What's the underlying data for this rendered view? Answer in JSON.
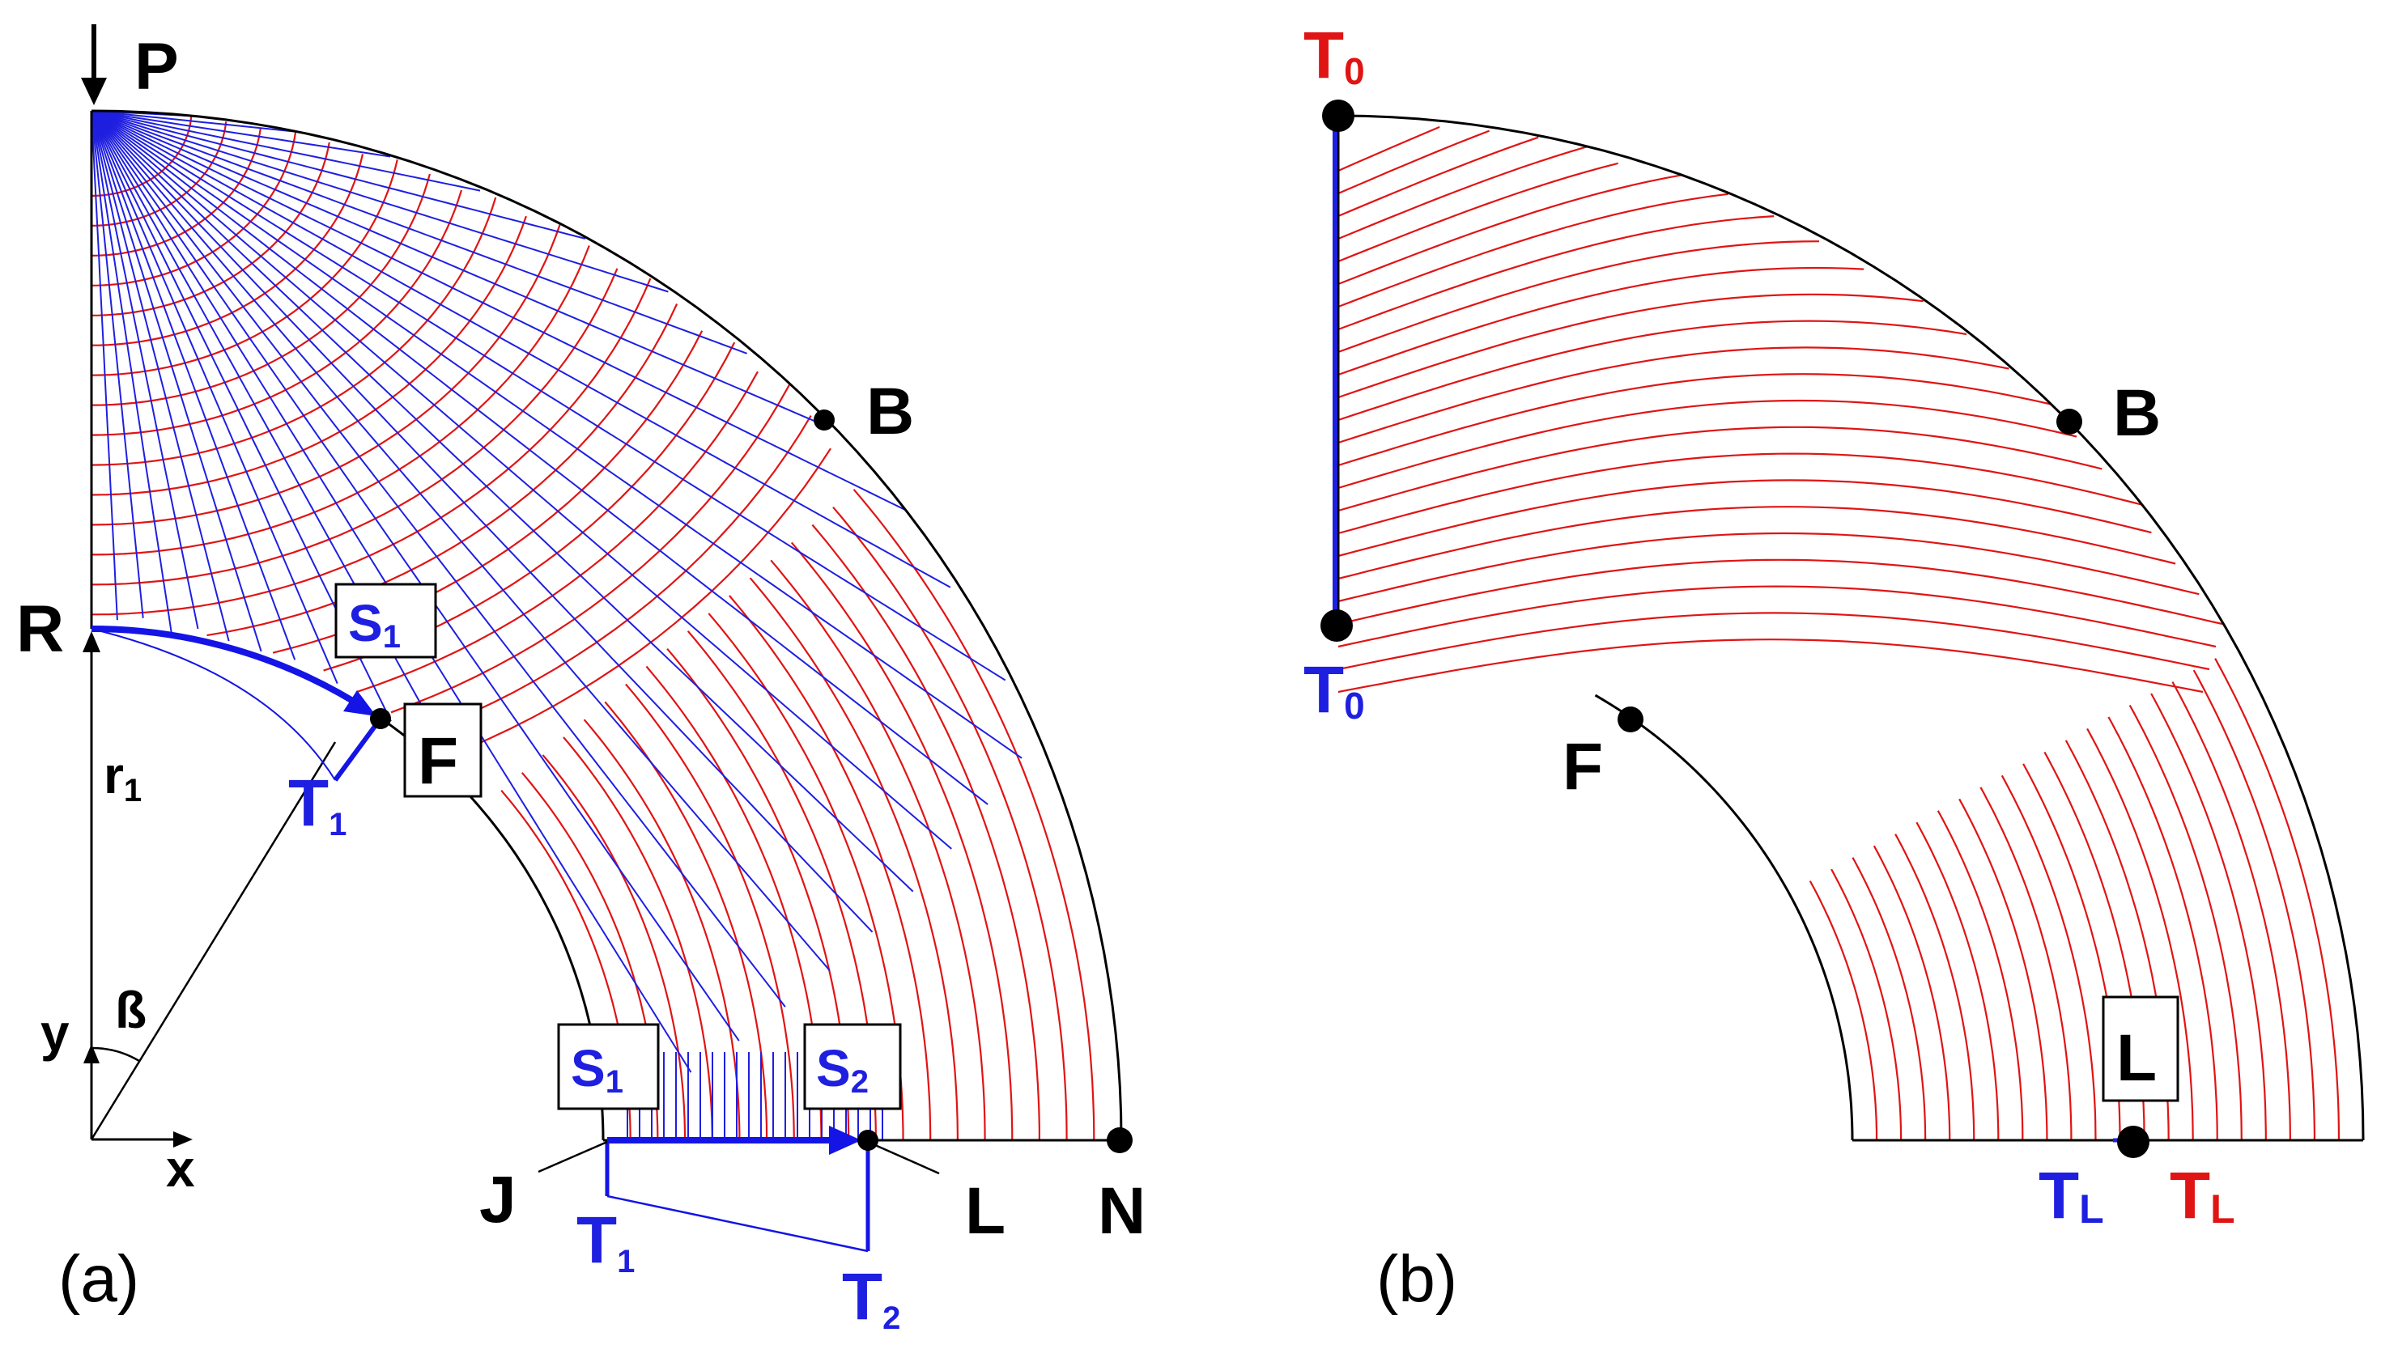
{
  "colors": {
    "blue": "#1f1fe0",
    "red": "#e01414",
    "black": "#000000",
    "arrow_blue": "#1414e6"
  },
  "panel_a": {
    "tag": "(a)",
    "points": {
      "P": "P",
      "B": "B",
      "R": "R",
      "F": "F",
      "J": "J",
      "L": "L",
      "N": "N"
    },
    "r1": {
      "base": "r",
      "sub": "1"
    },
    "beta": "ß",
    "axis_y": "y",
    "axis_x": "x",
    "s1_top": {
      "base": "S",
      "sub": "1"
    },
    "s1_bottom": {
      "base": "S",
      "sub": "1"
    },
    "s2": {
      "base": "S",
      "sub": "2"
    },
    "t1_left": {
      "base": "T",
      "sub": "1"
    },
    "t1_bottom": {
      "base": "T",
      "sub": "1"
    },
    "t2": {
      "base": "T",
      "sub": "2"
    }
  },
  "panel_b": {
    "tag": "(b)",
    "points": {
      "B": "B",
      "F": "F",
      "L": "L"
    },
    "t0_red": {
      "base": "T",
      "sub": "0"
    },
    "t0_blue": {
      "base": "T",
      "sub": "0"
    },
    "tl_blue": {
      "base": "T",
      "sub": "L"
    },
    "tl_red": {
      "base": "T",
      "sub": "L"
    }
  }
}
